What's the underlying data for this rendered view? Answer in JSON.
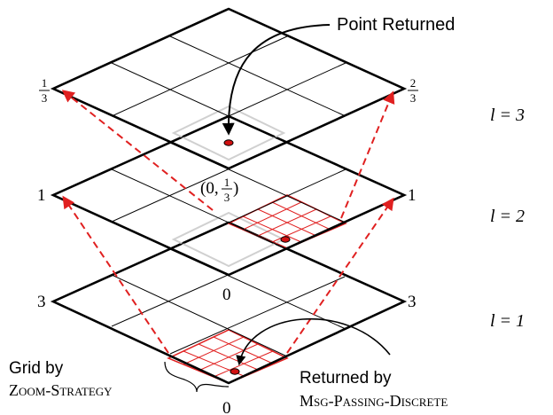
{
  "annotations": {
    "point_returned": "Point Returned",
    "grid_by": "Grid by",
    "zoom_strategy": "Zoom-Strategy",
    "returned_by": "Returned by",
    "msg_passing_discrete": "Msg-Passing-Discrete",
    "coordinate": "(0, 1/3)"
  },
  "levels": [
    {
      "l_label": "l = 3",
      "left_label": "1/3",
      "right_label": "2/3"
    },
    {
      "l_label": "l = 2",
      "left_label": "1",
      "right_label": "1"
    },
    {
      "l_label": "l = 1",
      "left_label": "3",
      "right_label": "3"
    }
  ],
  "corner_labels": {
    "level2_bottom": "0",
    "level1_bottom": "0"
  },
  "colors": {
    "grid": "#000000",
    "highlight": "#e02020",
    "point_fill": "#d01010",
    "ghost": "#cccccc"
  }
}
